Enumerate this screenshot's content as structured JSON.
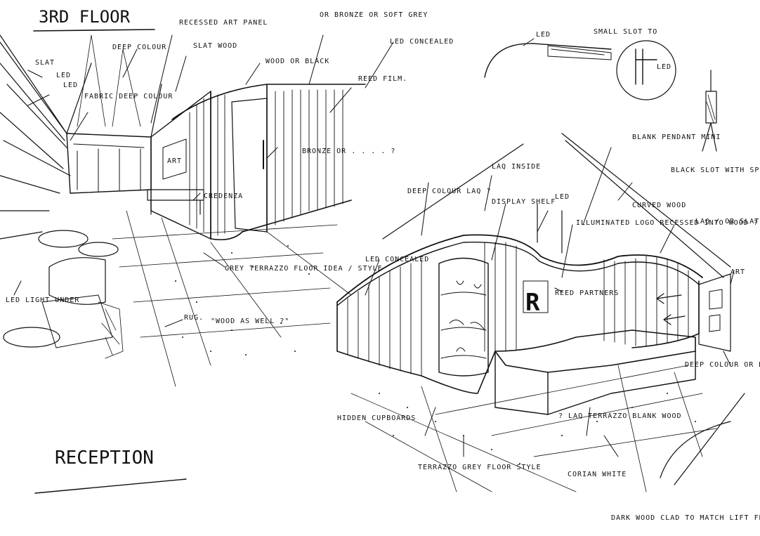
{
  "sheet_title": "3RD FLOOR",
  "view_title": "RECEPTION",
  "logo_letter": "R",
  "notes": {
    "slat": "SLAT",
    "led_1": "LED",
    "led_2": "LED",
    "deep_colour": "DEEP COLOUR",
    "fabric": "FABRIC DEEP COLOUR",
    "recessed_art": "RECESSED ART PANEL",
    "slat_wood": "SLAT WOOD",
    "bronze_grey": "OR BRONZE OR SOFT GREY",
    "wood_black": "WOOD OR BLACK",
    "led_concealed_top": "LED CONCEALED",
    "reed_film": "REED FILM.",
    "bronze_or": "BRONZE OR . . . . ?",
    "art": "ART",
    "credenza": "CREDENZA",
    "grey_terrazzo": "GREY TERRAZZO FLOOR IDEA / STYLE",
    "rug": "RUG.",
    "wood_as_well": "\"WOOD AS WELL ?\"",
    "led_light_under": "LED LIGHT UNDER",
    "detail_led": "LED",
    "small_slot": "SMALL SLOT TO",
    "detail_led_2": "LED",
    "blank_pendant": "BLANK PENDANT MINI",
    "black_slot": "BLACK SLOT WITH SPOTS",
    "curved_wood": "CURVED WOOD",
    "laq_or_slat": "LAQ / OR SLAT *",
    "deep_colour_laq": "DEEP COLOUR LAQ ?",
    "laq_inside": "LAQ INSIDE",
    "display_shelf": "DISPLAY SHELF",
    "led_mid": "LED",
    "illuminated_logo": "ILLUMINATED LOGO RECESSED INTO WOOD ?",
    "led_concealed_bottom": "LED CONCEALED",
    "reed_partners": "REED PARTNERS",
    "art_right": "ART",
    "deep_colour_dark_wood": "DEEP COLOUR OR DARK WOOD AS LIFT FRONT",
    "hidden_cupboards": "HIDDEN CUPBOARDS",
    "terrazzo_grey": "TERRAZZO GREY FLOOR STYLE",
    "laq_terrazzo": "? LAQ TERRAZZO BLANK WOOD",
    "corian_white": "CORIAN WHITE",
    "dark_wood_clad": "DARK WOOD CLAD TO MATCH LIFT FRONT"
  }
}
